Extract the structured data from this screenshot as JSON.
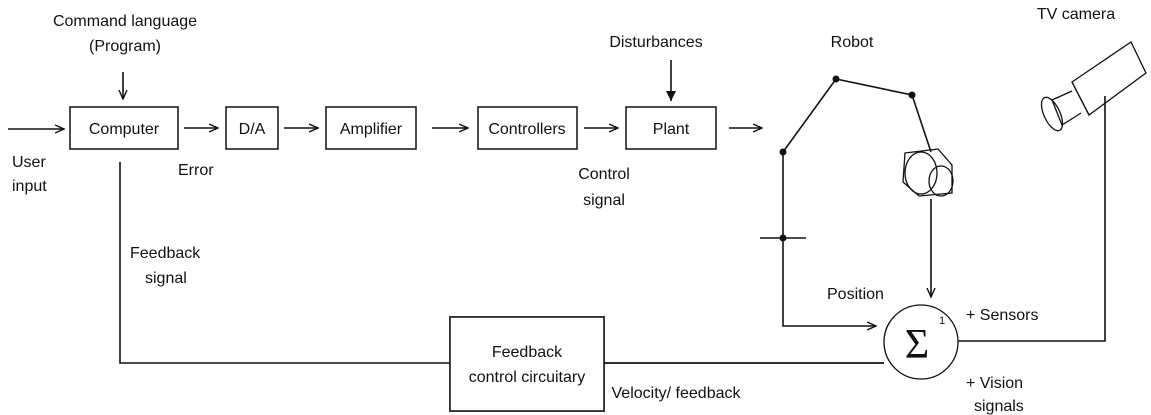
{
  "labels": {
    "command_line1": "Command language",
    "command_line2": "(Program)",
    "user_input_line1": "User",
    "user_input_line2": "input",
    "error": "Error",
    "disturbances": "Disturbances",
    "control_signal_line1": "Control",
    "control_signal_line2": "signal",
    "feedback_signal_line1": "Feedback",
    "feedback_signal_line2": "signal",
    "robot": "Robot",
    "tv_camera": "TV camera",
    "position": "Position",
    "velocity_feedback": "Velocity/ feedback",
    "sensors": "+ Sensors",
    "vision_line1": "+ Vision",
    "vision_line2": "signals",
    "sum_superscript": "1"
  },
  "blocks": {
    "computer": "Computer",
    "da": "D/A",
    "amplifier": "Amplifier",
    "controllers": "Controllers",
    "plant": "Plant",
    "feedback_circuit_line1": "Feedback",
    "feedback_circuit_line2": "control circuitary"
  },
  "summing_junction_symbol": "Σ",
  "colors": {
    "ink": "#111111",
    "background": "#ffffff"
  }
}
